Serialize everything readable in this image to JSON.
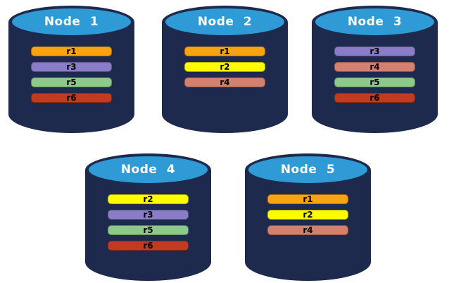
{
  "diagram": {
    "description": "Five database node cylinders showing replica placement",
    "palette": {
      "cylinder_body": "#1e2a4d",
      "cylinder_top": "#2f9bd6",
      "node_label_text": "#ffffff",
      "replica_label_text": "#000000",
      "background": "#ffffff",
      "replica_colors": {
        "r1": "#f8a311",
        "r2": "#fdfd00",
        "r3": "#8b7cc8",
        "r4": "#d2806f",
        "r5": "#8dc88d",
        "r6": "#c23a20"
      }
    }
  },
  "nodes": [
    {
      "label": "Node 1",
      "replicas": [
        {
          "label": "r1",
          "color": "#f8a311"
        },
        {
          "label": "r3",
          "color": "#8b7cc8"
        },
        {
          "label": "r5",
          "color": "#8dc88d"
        },
        {
          "label": "r6",
          "color": "#c23a20"
        }
      ]
    },
    {
      "label": "Node 2",
      "replicas": [
        {
          "label": "r1",
          "color": "#f8a311"
        },
        {
          "label": "r2",
          "color": "#fdfd00"
        },
        {
          "label": "r4",
          "color": "#d2806f"
        }
      ]
    },
    {
      "label": "Node 3",
      "replicas": [
        {
          "label": "r3",
          "color": "#8b7cc8"
        },
        {
          "label": "r4",
          "color": "#d2806f"
        },
        {
          "label": "r5",
          "color": "#8dc88d"
        },
        {
          "label": "r6",
          "color": "#c23a20"
        }
      ]
    },
    {
      "label": "Node 4",
      "replicas": [
        {
          "label": "r2",
          "color": "#fdfd00"
        },
        {
          "label": "r3",
          "color": "#8b7cc8"
        },
        {
          "label": "r5",
          "color": "#8dc88d"
        },
        {
          "label": "r6",
          "color": "#c23a20"
        }
      ]
    },
    {
      "label": "Node 5",
      "replicas": [
        {
          "label": "r1",
          "color": "#f8a311"
        },
        {
          "label": "r2",
          "color": "#fdfd00"
        },
        {
          "label": "r4",
          "color": "#d2806f"
        }
      ]
    }
  ]
}
